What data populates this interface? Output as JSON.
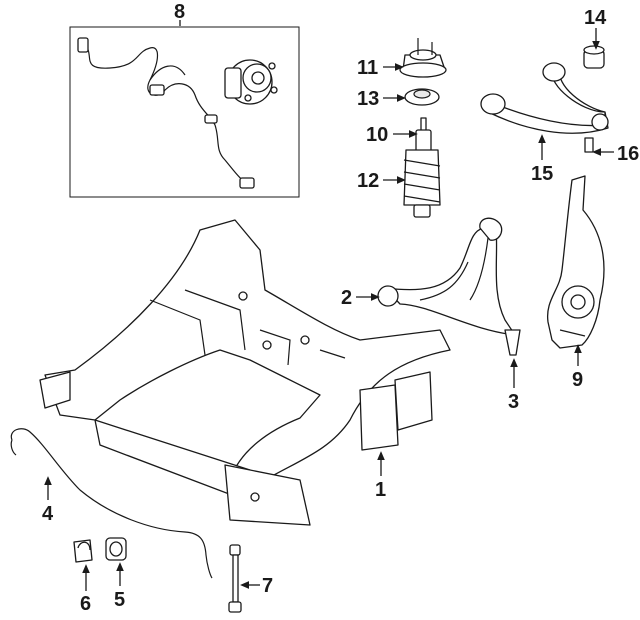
{
  "callouts": {
    "c1": "1",
    "c2": "2",
    "c3": "3",
    "c4": "4",
    "c5": "5",
    "c6": "6",
    "c7": "7",
    "c8": "8",
    "c9": "9",
    "c10": "10",
    "c11": "11",
    "c12": "12",
    "c13": "13",
    "c14": "14",
    "c15": "15",
    "c16": "16"
  },
  "colors": {
    "line": "#1a1a1a",
    "fill": "#ffffff",
    "shade": "#e9e9e9"
  }
}
